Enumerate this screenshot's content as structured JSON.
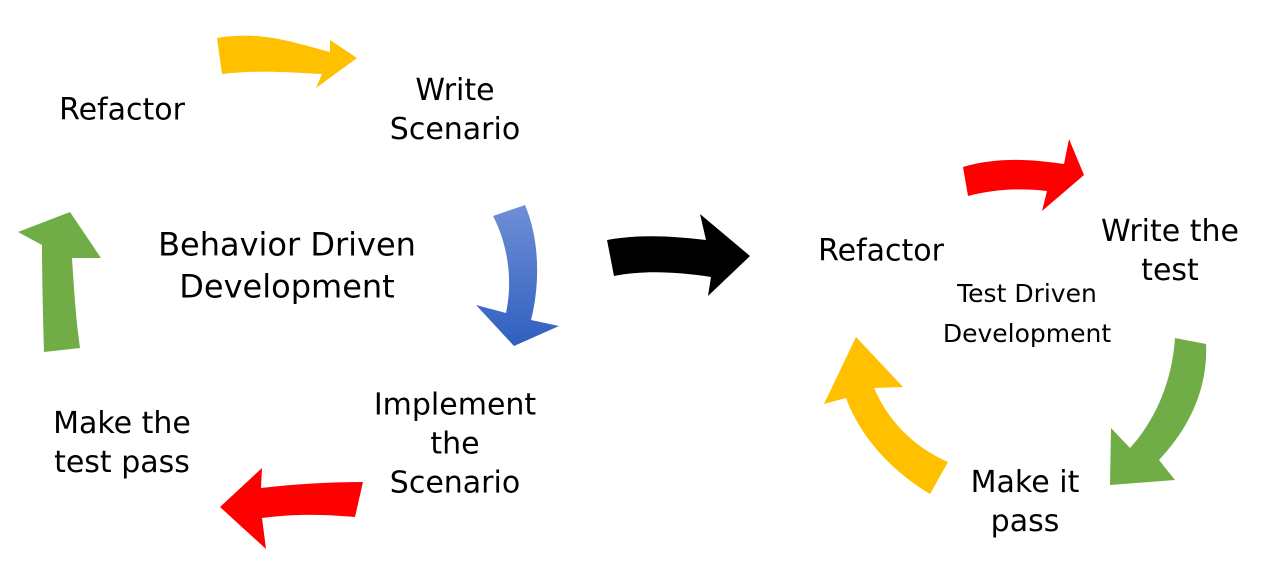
{
  "bdd": {
    "center_line1": "Behavior Driven",
    "center_line2": "Development",
    "step_write_line1": "Write",
    "step_write_line2": "Scenario",
    "step_implement_line1": "Implement",
    "step_implement_line2": "the",
    "step_implement_line3": "Scenario",
    "step_pass_line1": "Make the",
    "step_pass_line2": "test pass",
    "step_refactor": "Refactor"
  },
  "tdd": {
    "center_line1": "Test Driven",
    "center_line2": "Development",
    "step_write_line1": "Write the",
    "step_write_line2": "test",
    "step_pass_line1": "Make it",
    "step_pass_line2": "pass",
    "step_refactor": "Refactor"
  },
  "colors": {
    "yellow": "#FFC000",
    "blue": "#4472C4",
    "red": "#FF0000",
    "green": "#70AD47",
    "black": "#000000"
  }
}
